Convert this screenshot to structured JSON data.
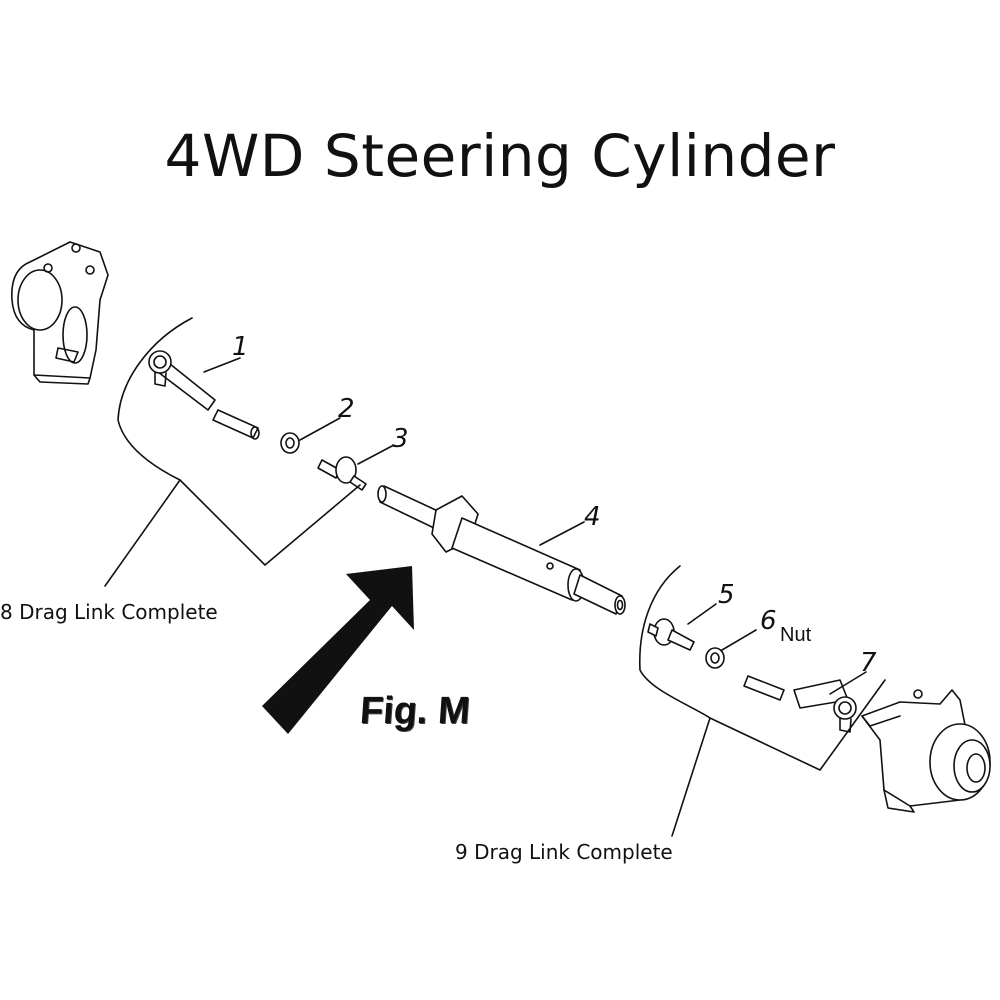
{
  "title": "4WD Steering Cylinder",
  "figure_label": "Fig. M",
  "callouts": [
    {
      "number": "1",
      "name": "callout-1"
    },
    {
      "number": "2",
      "name": "callout-2"
    },
    {
      "number": "3",
      "name": "callout-3"
    },
    {
      "number": "4",
      "name": "callout-4"
    },
    {
      "number": "5",
      "name": "callout-5"
    },
    {
      "number": "6",
      "name": "callout-6"
    },
    {
      "number": "7",
      "name": "callout-7"
    }
  ],
  "nut_label": "Nut",
  "groups": {
    "left": "8 Drag Link Complete",
    "right": "9 Drag Link Complete"
  }
}
